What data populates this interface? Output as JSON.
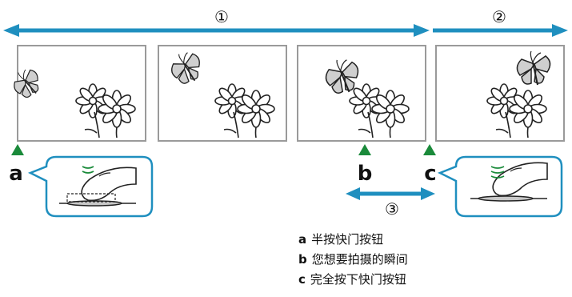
{
  "timeline": {
    "label_1": "①",
    "label_2": "②",
    "label_3": "③"
  },
  "markers": {
    "a": "a",
    "b": "b",
    "c": "c"
  },
  "legend": {
    "a_key": "a",
    "a_text": "半按快门按钮",
    "b_key": "b",
    "b_text": "您想要拍摄的瞬间",
    "c_key": "c",
    "c_text": "完全按下快门按钮"
  },
  "colors": {
    "arrow": "#1f8fbf",
    "marker": "#1a8a3a",
    "frame": "#9a9a9a",
    "callout_border": "#1f8fbf",
    "butterfly_fill": "#cfcfcf"
  }
}
